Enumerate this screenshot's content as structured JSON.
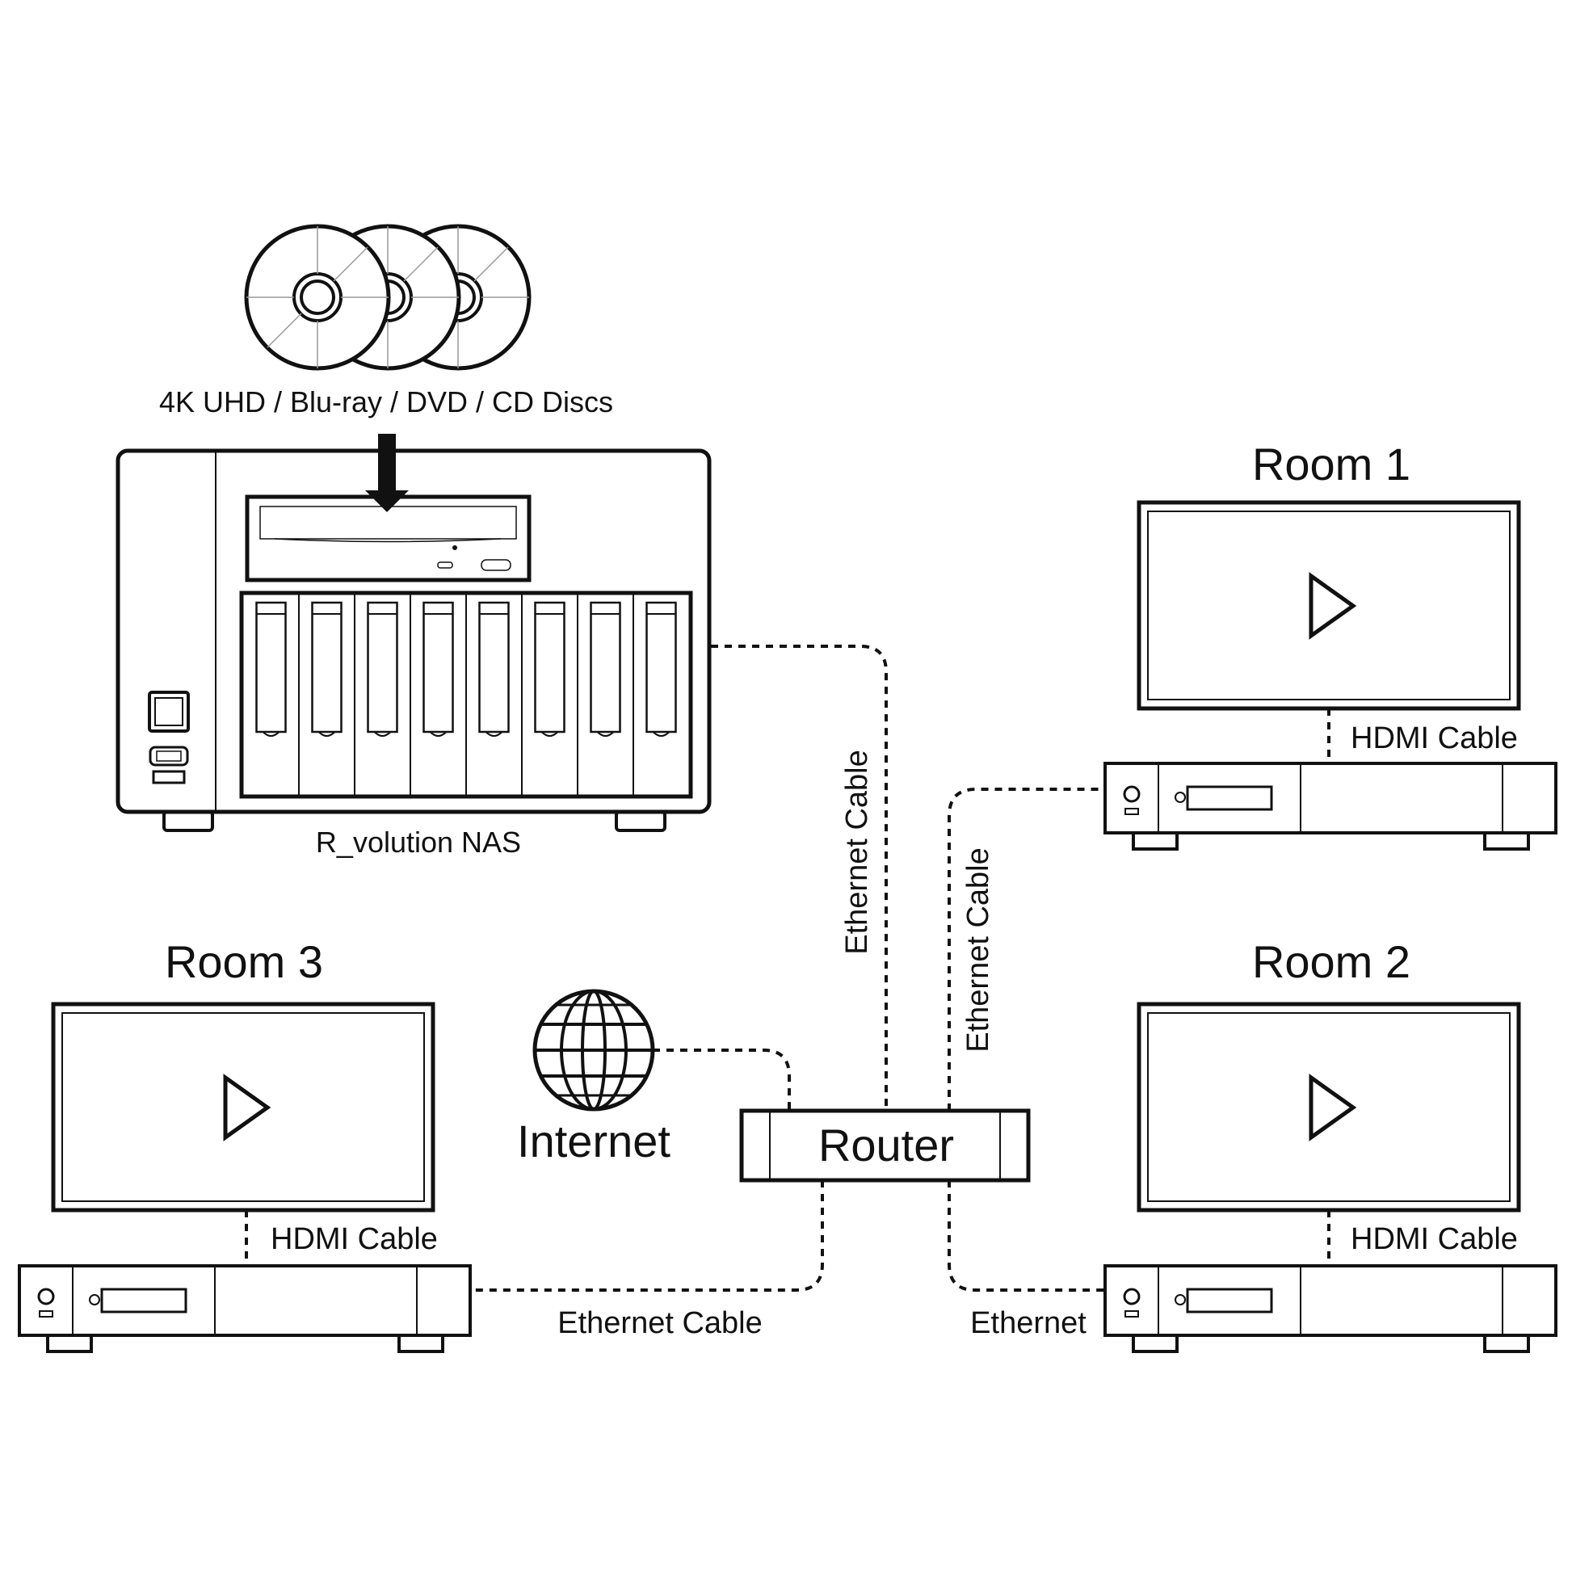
{
  "discs": {
    "label": "4K UHD / Blu-ray / DVD / CD Discs"
  },
  "nas": {
    "label": "R_volution NAS",
    "drive_bays": 8
  },
  "internet": {
    "label": "Internet"
  },
  "router": {
    "label": "Router"
  },
  "rooms": [
    {
      "title": "Room 1",
      "cable_label": "HDMI Cable"
    },
    {
      "title": "Room 2",
      "cable_label": "HDMI Cable"
    },
    {
      "title": "Room 3",
      "cable_label": "HDMI Cable"
    }
  ],
  "links": {
    "nas_router": "Ethernet Cable",
    "router_room1": "Ethernet Cable",
    "router_room3": "Ethernet Cable",
    "router_room2": "Ethernet"
  },
  "colors": {
    "line": "#111111",
    "background": "#ffffff"
  }
}
